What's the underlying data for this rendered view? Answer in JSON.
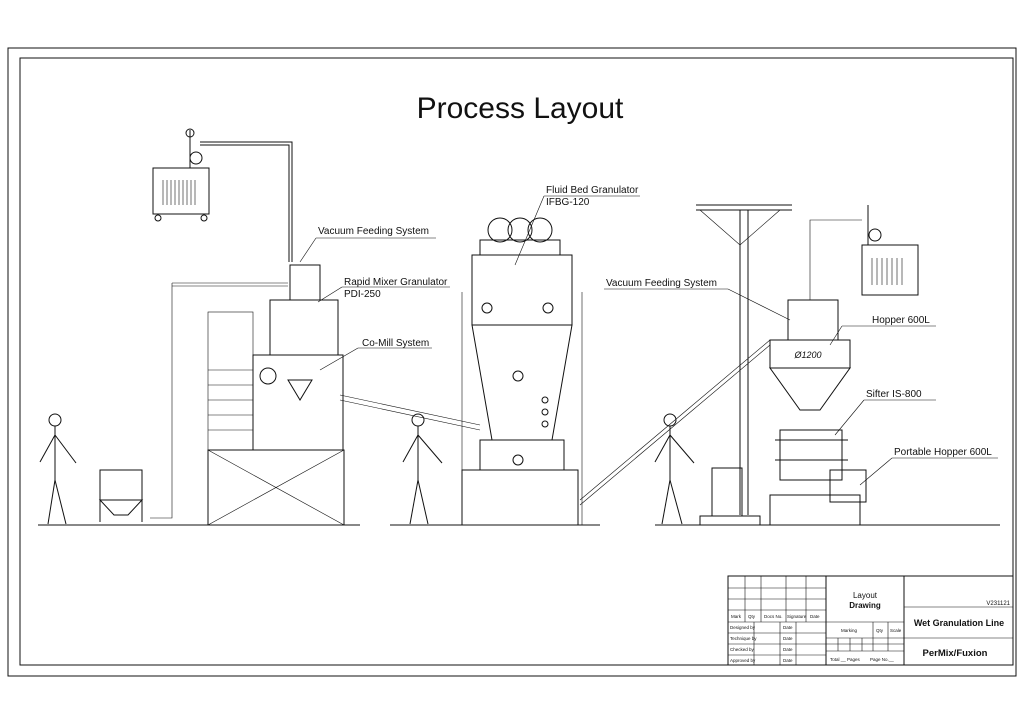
{
  "title": "Process Layout",
  "labels": {
    "vacuum_feeding_left": "Vacuum Feeding System",
    "rmg_name": "Rapid Mixer Granulator",
    "rmg_model": "PDI-250",
    "comill": "Co-Mill System",
    "fbg_name": "Fluid Bed Granulator",
    "fbg_model": "IFBG-120",
    "vacuum_feeding_right": "Vacuum Feeding System",
    "hopper": "Hopper 600L",
    "sifter": "Sifter IS-800",
    "portable_hopper": "Portable Hopper 600L",
    "hopper_mark": "Ø1200"
  },
  "title_block": {
    "drawing_type_line1": "Layout",
    "drawing_type_line2": "Drawing",
    "version": "V231121",
    "line_name": "Wet Granulation Line",
    "company": "PerMix/Fuxion",
    "headers": [
      "Mark",
      "Qty",
      "Docs No.",
      "Signature",
      "Date"
    ],
    "roles": [
      "Designed by",
      "Technique by",
      "Checked by",
      "Approved by"
    ],
    "date_label": "Date",
    "marking": "Marking",
    "qty": "Qty",
    "scale": "Scale",
    "total_pages": "Total __ Pages",
    "page_no": "Page No.__"
  }
}
